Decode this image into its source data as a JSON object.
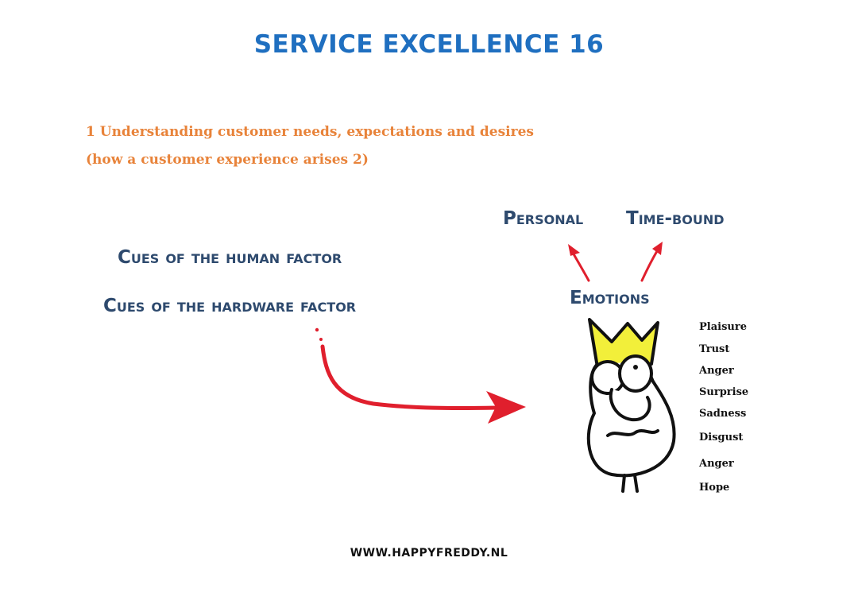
{
  "title": "SERVICE EXCELLENCE 16",
  "subtitle_line1": "1 Understanding customer needs, expectations and desires",
  "subtitle_line2": "(how a customer experience arises 2)",
  "cues": {
    "human": "Cues of the human factor",
    "hardware": "Cues of the hardware factor"
  },
  "emotion_branches": {
    "personal": "Personal",
    "time_bound": "Time-bound",
    "center": "Emotions"
  },
  "emotions": [
    "Plaisure",
    "Trust",
    "Anger",
    "Surprise",
    "Sadness",
    "Disgust",
    "Anger",
    "Hope"
  ],
  "footer": "WWW.HAPPYFREDDY.NL",
  "colors": {
    "title": "#1f6fc0",
    "subtitle": "#e8833a",
    "hand_text": "#2e4a6e",
    "arrow": "#e01f2d",
    "crown": "#f2ef3a"
  }
}
